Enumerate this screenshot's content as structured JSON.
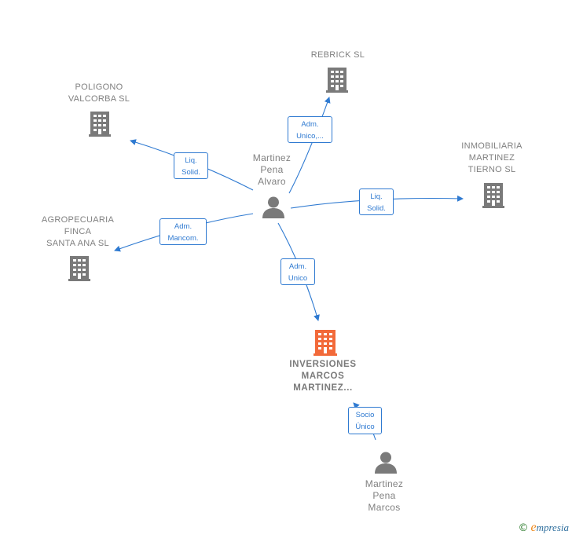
{
  "colors": {
    "edge": "#2f7ad1",
    "company_icon": "#7a7a7a",
    "focus_icon": "#f26a3a",
    "person_icon": "#7a7a7a",
    "label_text": "#808080"
  },
  "nodes": {
    "rebrick": {
      "lines": [
        "REBRICK  SL"
      ],
      "icon": "building-icon"
    },
    "poligono": {
      "lines": [
        "POLIGONO",
        "VALCORBA SL"
      ],
      "icon": "building-icon"
    },
    "inmobiliaria": {
      "lines": [
        "INMOBILIARIA",
        "MARTINEZ",
        "TIERNO SL"
      ],
      "icon": "building-icon"
    },
    "agropecuaria": {
      "lines": [
        "AGROPECUARIA",
        "FINCA",
        "SANTA ANA SL"
      ],
      "icon": "building-icon"
    },
    "inversiones": {
      "lines": [
        "INVERSIONES",
        "MARCOS",
        "MARTINEZ..."
      ],
      "icon": "building-icon"
    },
    "alvaro": {
      "lines": [
        "Martinez",
        "Pena",
        "Alvaro"
      ],
      "icon": "person-icon"
    },
    "marcos": {
      "lines": [
        "Martinez",
        "Pena",
        "Marcos"
      ],
      "icon": "person-icon"
    }
  },
  "edges": {
    "to_rebrick": {
      "lines": [
        "Adm.",
        "Unico,..."
      ]
    },
    "to_poligono": {
      "lines": [
        "Liq.",
        "Solid."
      ]
    },
    "to_inmobiliaria": {
      "lines": [
        "Liq.",
        "Solid."
      ]
    },
    "to_agropecuaria": {
      "lines": [
        "Adm.",
        "Mancom."
      ]
    },
    "to_inversiones": {
      "lines": [
        "Adm.",
        "Unico"
      ]
    },
    "marcos_to_inversiones": {
      "lines": [
        "Socio",
        "Único"
      ]
    }
  },
  "footer": {
    "copyright": "©",
    "brand_initial": "e",
    "brand_rest": "mpresia"
  }
}
